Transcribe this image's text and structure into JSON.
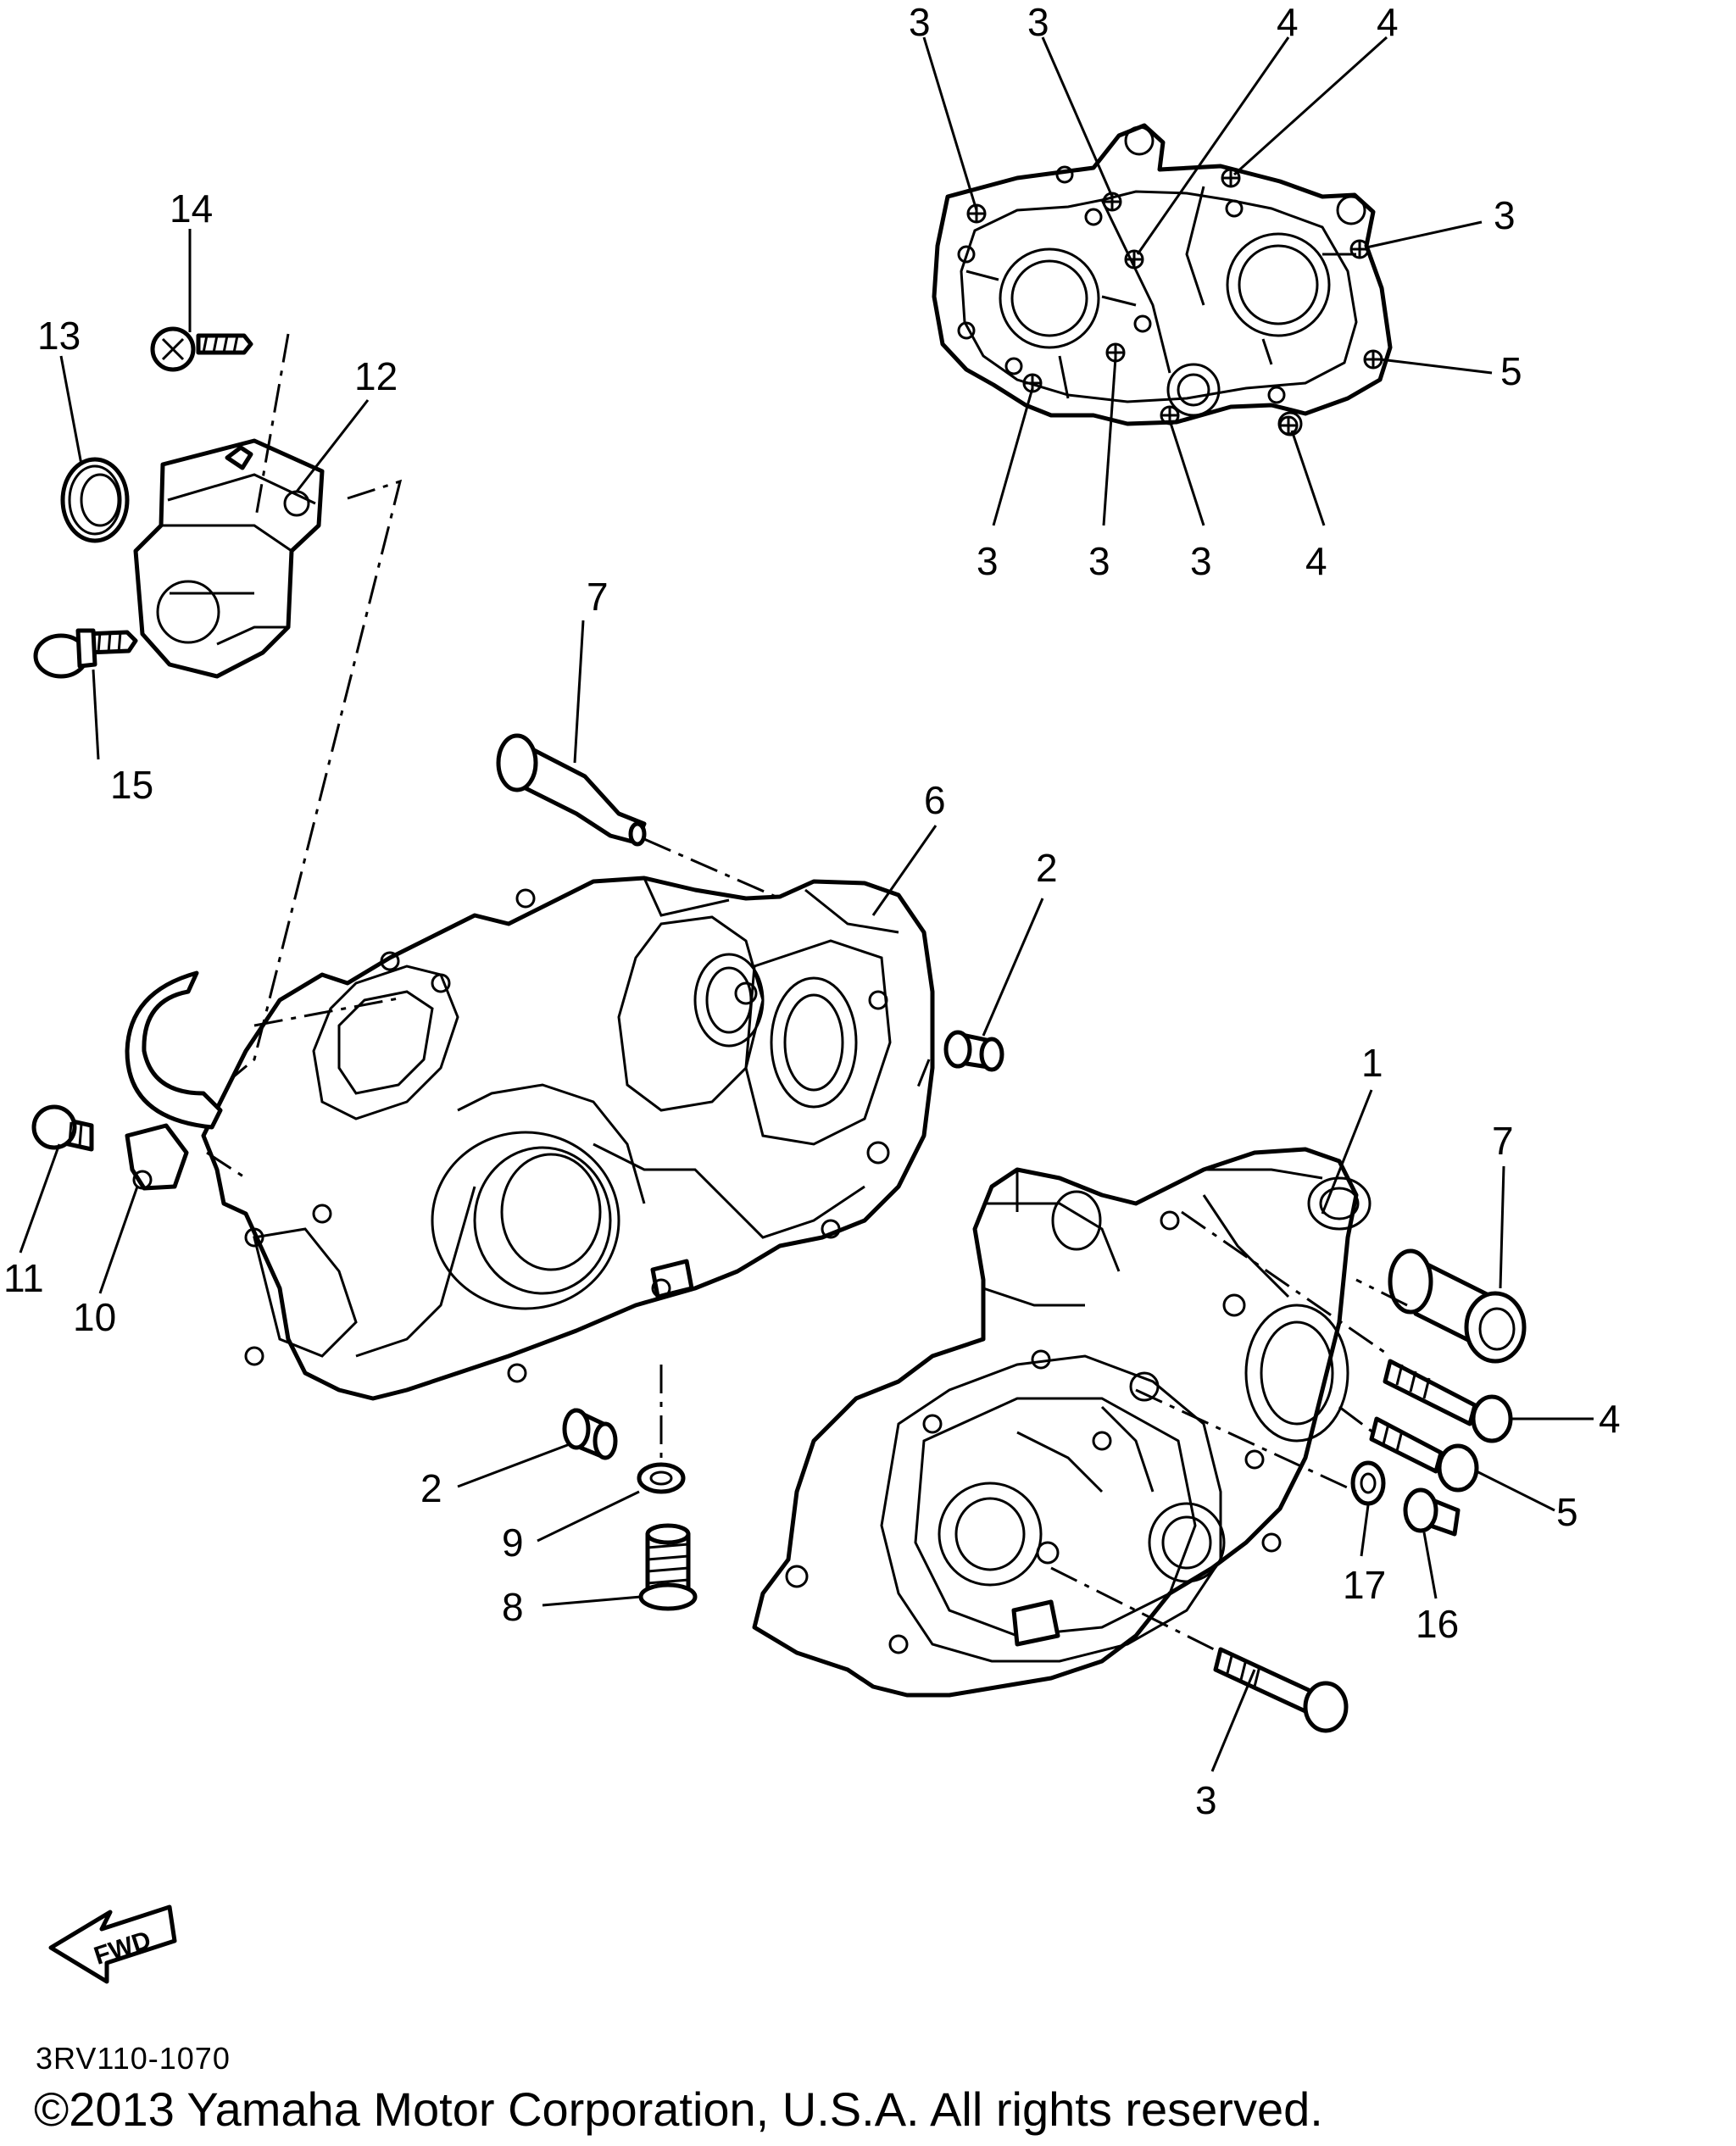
{
  "diagram": {
    "code": "3RV110-1070",
    "copyright": "©2013 Yamaha Motor Corporation, U.S.A. All rights reserved.",
    "fwd_text": "FWD",
    "callouts": [
      {
        "id": "c-3a",
        "text": "3"
      },
      {
        "id": "c-3b",
        "text": "3"
      },
      {
        "id": "c-4a",
        "text": "4"
      },
      {
        "id": "c-4b",
        "text": "4"
      },
      {
        "id": "c-3c",
        "text": "3"
      },
      {
        "id": "c-5a",
        "text": "5"
      },
      {
        "id": "c-3d",
        "text": "3"
      },
      {
        "id": "c-3e",
        "text": "3"
      },
      {
        "id": "c-3f",
        "text": "3"
      },
      {
        "id": "c-4c",
        "text": "4"
      },
      {
        "id": "c-14",
        "text": "14"
      },
      {
        "id": "c-13",
        "text": "13"
      },
      {
        "id": "c-12",
        "text": "12"
      },
      {
        "id": "c-15",
        "text": "15"
      },
      {
        "id": "c-7a",
        "text": "7"
      },
      {
        "id": "c-6",
        "text": "6"
      },
      {
        "id": "c-2a",
        "text": "2"
      },
      {
        "id": "c-1",
        "text": "1"
      },
      {
        "id": "c-7b",
        "text": "7"
      },
      {
        "id": "c-11",
        "text": "11"
      },
      {
        "id": "c-10",
        "text": "10"
      },
      {
        "id": "c-4d",
        "text": "4"
      },
      {
        "id": "c-5b",
        "text": "5"
      },
      {
        "id": "c-2b",
        "text": "2"
      },
      {
        "id": "c-9",
        "text": "9"
      },
      {
        "id": "c-17",
        "text": "17"
      },
      {
        "id": "c-16",
        "text": "16"
      },
      {
        "id": "c-8",
        "text": "8"
      },
      {
        "id": "c-3g",
        "text": "3"
      }
    ]
  }
}
